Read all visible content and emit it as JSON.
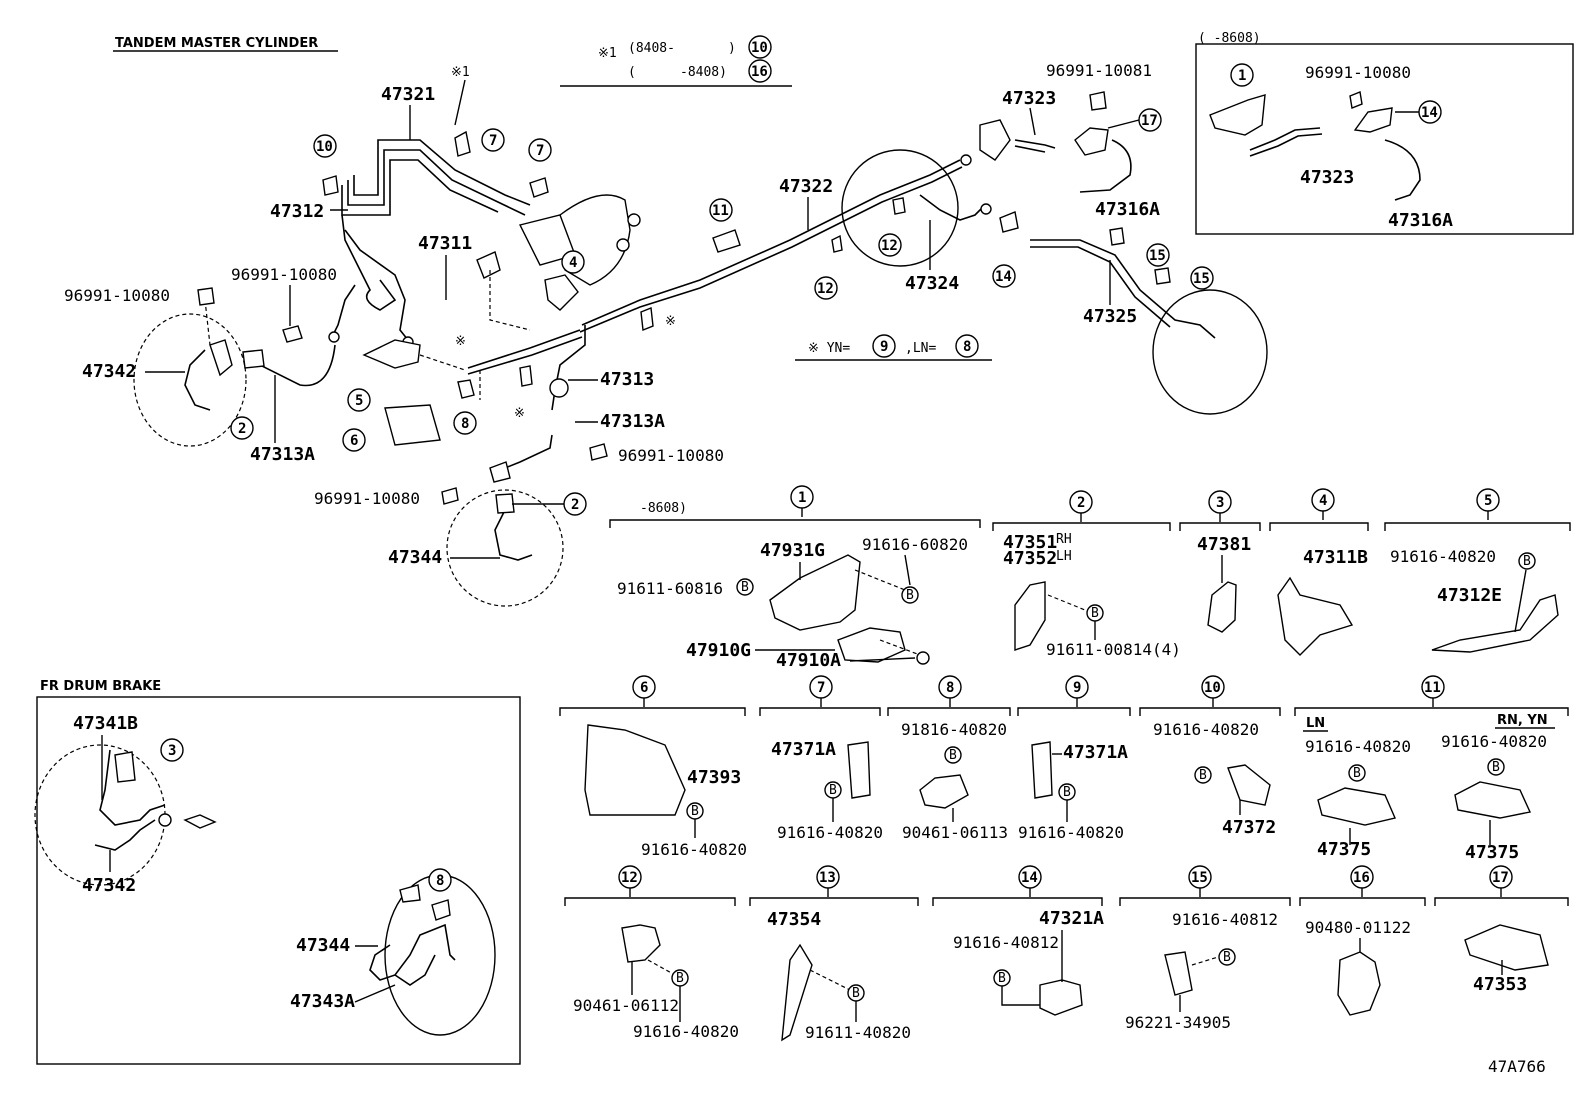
{
  "titles": {
    "master": "TANDEM MASTER CYLINDER",
    "drum": "FR DRUM BRAKE",
    "code": "47A766"
  },
  "notes": {
    "mark": "※1",
    "row1_date": "(8408-",
    "row1_close": ")",
    "row1_ref": "10",
    "row2_date": "(",
    "row2_date2": "-8408)",
    "row2_ref": "16",
    "inset_range": "(     -8608)",
    "yn": "※ YN=",
    "yn_ref": "9",
    "ln": ",LN=",
    "ln_ref": "8",
    "mark_short": "※",
    "mark_one": "※1"
  },
  "parts": {
    "p47321": "47321",
    "p47312": "47312",
    "p47311": "47311",
    "p47322": "47322",
    "p47323": "47323",
    "p47316a": "47316A",
    "p47324": "47324",
    "p47325": "47325",
    "p47313": "47313",
    "p47313a": "47313A",
    "p47342": "47342",
    "p47344": "47344",
    "p47341b": "47341B",
    "p47343a": "47343A",
    "p96991_10081": "96991-10081",
    "p96991_10080": "96991-10080"
  },
  "groups": {
    "g1": {
      "ref": "1",
      "range": "-8608)",
      "labels": [
        "47931G",
        "91616-60820",
        "91611-60816",
        "47910G",
        "47910A"
      ]
    },
    "g2": {
      "ref": "2",
      "labels": [
        "47351",
        "RH",
        "47352",
        "LH",
        "91611-00814(4)"
      ]
    },
    "g3": {
      "ref": "3",
      "labels": [
        "47381"
      ]
    },
    "g4": {
      "ref": "4",
      "labels": [
        "47311B"
      ]
    },
    "g5": {
      "ref": "5",
      "labels": [
        "91616-40820",
        "47312E"
      ]
    },
    "g6": {
      "ref": "6",
      "labels": [
        "47393",
        "91616-40820"
      ]
    },
    "g7": {
      "ref": "7",
      "labels": [
        "47371A",
        "91616-40820"
      ]
    },
    "g8": {
      "ref": "8",
      "labels": [
        "91816-40820",
        "90461-06113"
      ]
    },
    "g9": {
      "ref": "9",
      "labels": [
        "47371A",
        "91616-40820"
      ]
    },
    "g10": {
      "ref": "10",
      "labels": [
        "91616-40820",
        "47372"
      ]
    },
    "g11": {
      "ref": "11",
      "labels": [
        "LN",
        "RN, YN",
        "91616-40820",
        "91616-40820",
        "47375",
        "47375"
      ]
    },
    "g12": {
      "ref": "12",
      "labels": [
        "90461-06112",
        "91616-40820"
      ]
    },
    "g13": {
      "ref": "13",
      "labels": [
        "47354",
        "91611-40820"
      ]
    },
    "g14": {
      "ref": "14",
      "labels": [
        "47321A",
        "91616-40812"
      ]
    },
    "g15": {
      "ref": "15",
      "labels": [
        "91616-40812",
        "96221-34905"
      ]
    },
    "g16": {
      "ref": "16",
      "labels": [
        "90480-01122"
      ]
    },
    "g17": {
      "ref": "17",
      "labels": [
        "47353"
      ]
    }
  },
  "bolt_mark": "B",
  "callouts": [
    "1",
    "2",
    "3",
    "4",
    "5",
    "6",
    "7",
    "8",
    "10",
    "11",
    "12",
    "13",
    "14",
    "15",
    "16",
    "17"
  ]
}
